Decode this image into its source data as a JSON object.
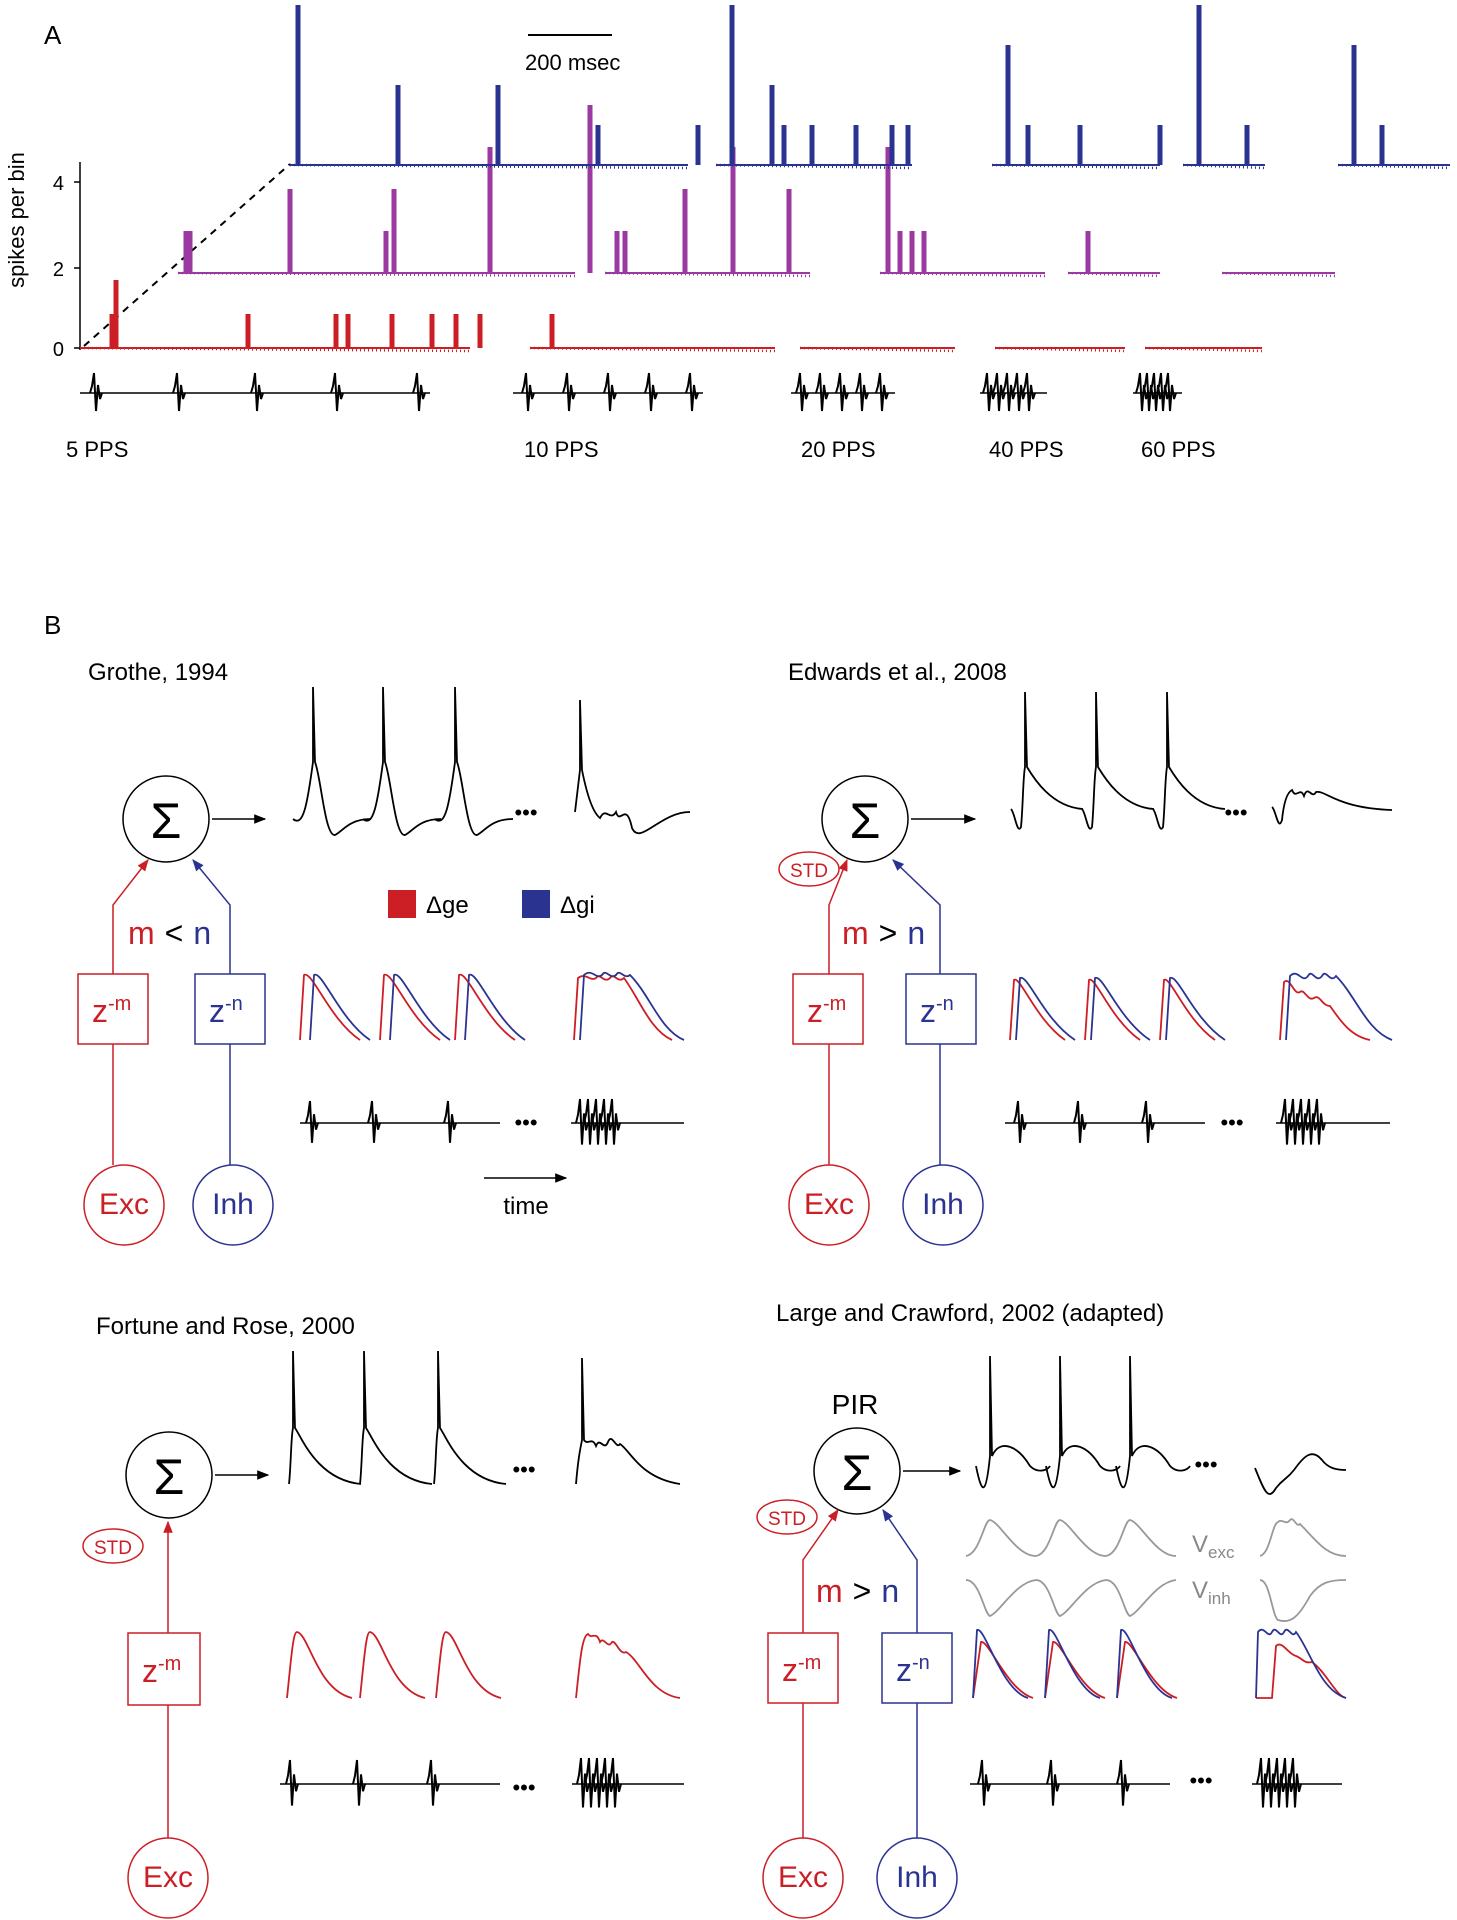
{
  "panel_a": {
    "label": "A",
    "ylabel": "spikes per bin",
    "yticks": [
      "0",
      "2",
      "4"
    ],
    "scale_bar": "200 msec",
    "stimulus_labels": [
      "5 PPS",
      "10 PPS",
      "20 PPS",
      "40 PPS",
      "60 PPS"
    ],
    "colors": {
      "low_level": "#cc1f25",
      "mid_level": "#9a3aa0",
      "high_level": "#2b3391",
      "stimulus": "#000000"
    },
    "rows": [
      {
        "level": "low",
        "groups": [
          {
            "bins": [
              {
                "t": 0.08,
                "v": 1
              },
              {
                "t": 0.09,
                "v": 2
              },
              {
                "t": 0.42,
                "v": 1
              },
              {
                "t": 0.64,
                "v": 1
              },
              {
                "t": 0.67,
                "v": 1
              },
              {
                "t": 0.78,
                "v": 1
              },
              {
                "t": 0.88,
                "v": 1
              },
              {
                "t": 0.94,
                "v": 1
              },
              {
                "t": 1.0,
                "v": 1
              },
              {
                "t": 1.18,
                "v": 1
              }
            ]
          },
          {
            "bins": []
          },
          {
            "bins": []
          },
          {
            "bins": []
          },
          {
            "bins": []
          }
        ]
      },
      {
        "level": "mid",
        "groups": [
          {
            "bins": [
              {
                "t": 0.02,
                "v": 1
              },
              {
                "t": 0.03,
                "v": 1
              },
              {
                "t": 0.28,
                "v": 2
              },
              {
                "t": 0.52,
                "v": 1
              },
              {
                "t": 0.54,
                "v": 2
              },
              {
                "t": 0.78,
                "v": 3
              },
              {
                "t": 1.03,
                "v": 4
              }
            ]
          },
          {
            "bins": [
              {
                "t": 0.03,
                "v": 1
              },
              {
                "t": 0.05,
                "v": 1
              },
              {
                "t": 0.2,
                "v": 2
              },
              {
                "t": 0.32,
                "v": 3
              },
              {
                "t": 0.46,
                "v": 2
              }
            ]
          },
          {
            "bins": [
              {
                "t": 0.02,
                "v": 3
              },
              {
                "t": 0.05,
                "v": 1
              },
              {
                "t": 0.08,
                "v": 1
              },
              {
                "t": 0.11,
                "v": 1
              }
            ]
          },
          {
            "bins": [
              {
                "t": 0.05,
                "v": 1
              }
            ]
          },
          {
            "bins": []
          }
        ]
      },
      {
        "level": "high",
        "groups": [
          {
            "bins": [
              {
                "t": 0.02,
                "v": 4
              },
              {
                "t": 0.27,
                "v": 2
              },
              {
                "t": 0.52,
                "v": 2
              },
              {
                "t": 0.77,
                "v": 1
              },
              {
                "t": 1.02,
                "v": 1
              }
            ]
          },
          {
            "bins": [
              {
                "t": 0.04,
                "v": 4
              },
              {
                "t": 0.14,
                "v": 2
              },
              {
                "t": 0.17,
                "v": 1
              },
              {
                "t": 0.24,
                "v": 1
              },
              {
                "t": 0.35,
                "v": 1
              },
              {
                "t": 0.44,
                "v": 1
              },
              {
                "t": 0.48,
                "v": 1
              }
            ]
          },
          {
            "bins": [
              {
                "t": 0.04,
                "v": 3
              },
              {
                "t": 0.09,
                "v": 1
              },
              {
                "t": 0.22,
                "v": 1
              },
              {
                "t": 0.42,
                "v": 1
              }
            ]
          },
          {
            "bins": [
              {
                "t": 0.04,
                "v": 4
              },
              {
                "t": 0.16,
                "v": 1
              }
            ]
          },
          {
            "bins": [
              {
                "t": 0.04,
                "v": 3
              },
              {
                "t": 0.11,
                "v": 1
              }
            ]
          }
        ]
      }
    ]
  },
  "panel_b": {
    "label": "B",
    "legend": {
      "exc": "Δge",
      "inh": "Δgi",
      "exc_color": "#cc1f25",
      "inh_color": "#2b3391"
    },
    "time_label": "time",
    "ellipsis": "•••",
    "models": [
      {
        "title": "Grothe, 1994",
        "sum": "Σ",
        "delay_exc": "z",
        "delay_exc_exp": "-m",
        "delay_inh": "z",
        "delay_inh_exp": "-n",
        "relation_m": "m",
        "relation_op": "<",
        "relation_n": "n",
        "exc": "Exc",
        "inh": "Inh"
      },
      {
        "title": "Edwards et al., 2008",
        "sum": "Σ",
        "std": "STD",
        "delay_exc": "z",
        "delay_exc_exp": "-m",
        "delay_inh": "z",
        "delay_inh_exp": "-n",
        "relation_m": "m",
        "relation_op": ">",
        "relation_n": "n",
        "exc": "Exc",
        "inh": "Inh"
      },
      {
        "title": "Fortune and Rose, 2000",
        "sum": "Σ",
        "std": "STD",
        "delay_exc": "z",
        "delay_exc_exp": "-m",
        "exc": "Exc"
      },
      {
        "title": "Large and Crawford, 2002 (adapted)",
        "sum": "Σ",
        "pir": "PIR",
        "std": "STD",
        "delay_exc": "z",
        "delay_exc_exp": "-m",
        "delay_inh": "z",
        "delay_inh_exp": "-n",
        "relation_m": "m",
        "relation_op": ">",
        "relation_n": "n",
        "exc": "Exc",
        "inh": "Inh",
        "v_exc": "V",
        "v_exc_sub": "exc",
        "v_inh": "V",
        "v_inh_sub": "inh"
      }
    ]
  }
}
